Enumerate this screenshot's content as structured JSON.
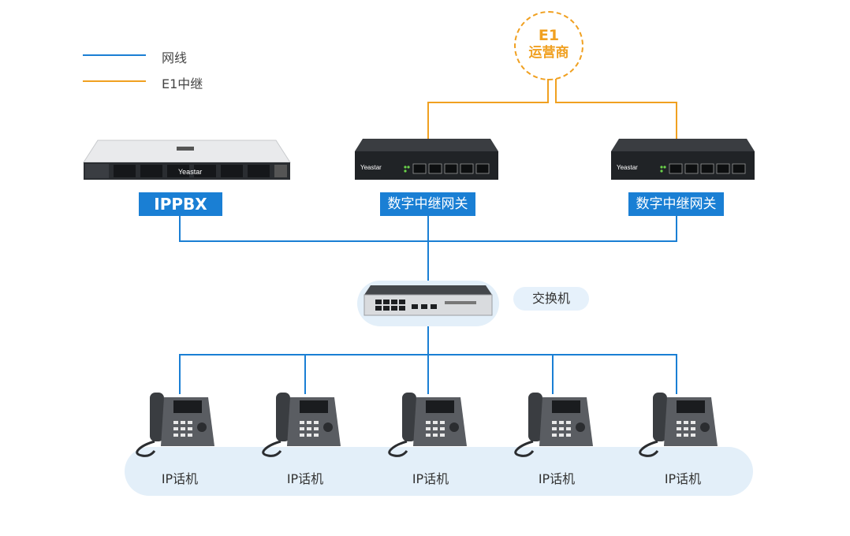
{
  "legend": {
    "lan": {
      "label": "网线",
      "color": "#1a7fd4"
    },
    "e1": {
      "label": "E1中继",
      "color": "#f0a020"
    }
  },
  "carrier": {
    "line1": "E1",
    "line2": "运营商"
  },
  "devices": {
    "ippbx": {
      "label": "IPPBX",
      "brand": "Yeastar"
    },
    "gateway_left": {
      "label": "数字中继网关",
      "brand": "Yeastar"
    },
    "gateway_right": {
      "label": "数字中继网关",
      "brand": "Yeastar"
    },
    "switch": {
      "label": "交换机"
    }
  },
  "phones": [
    {
      "label": "IP话机"
    },
    {
      "label": "IP话机"
    },
    {
      "label": "IP话机"
    },
    {
      "label": "IP话机"
    },
    {
      "label": "IP话机"
    }
  ],
  "colors": {
    "accent": "#1a7fd4",
    "e1": "#f0a020",
    "band": "#e3eff9"
  }
}
